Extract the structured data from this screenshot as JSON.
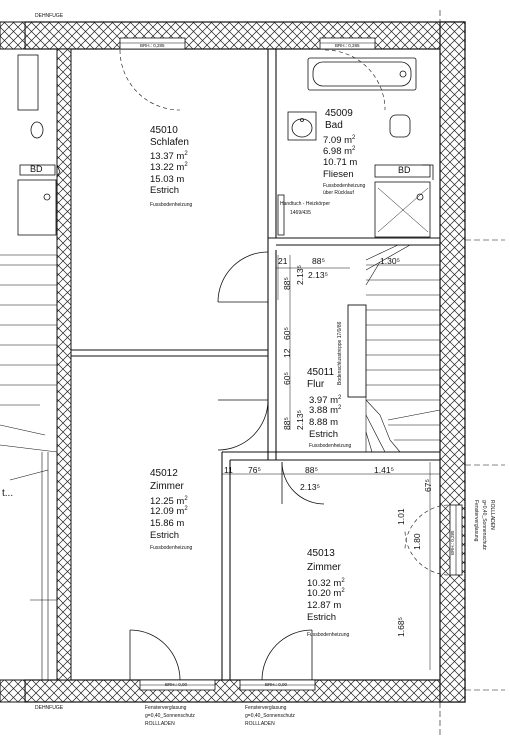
{
  "labels": {
    "dehnfuge_top": "DEHNFUGE",
    "dehnfuge_bottom": "DEHNFUGE",
    "window_top_1": "BRH.: 0,285",
    "window_top_2": "BRH.: 0,285",
    "window_bottom_1": "BRH.: 0,00",
    "window_bottom_2": "BRH.: 0,00",
    "window_right": "BRH.: 0,285",
    "bd_left": "BD",
    "bd_right": "BD",
    "towel_1": "Handtuch - Heizkörper",
    "towel_2": "1469/435",
    "stair_label": "Bodenschlusstreppe 17/0/86",
    "left_cut": "t..."
  },
  "rooms": [
    {
      "id": "45010",
      "name": "Schlafen",
      "area1": "13.37 m",
      "area2": "13.22 m",
      "perimeter": "15.03 m",
      "floor": "Estrich",
      "heating": "Fussbodenheizung"
    },
    {
      "id": "45009",
      "name": "Bad",
      "area1": "7.09 m",
      "area2": "6.98 m",
      "perimeter": "10.71 m",
      "floor": "Fliesen",
      "heating1": "Fussbodenheizung",
      "heating2": "über Rücklauf"
    },
    {
      "id": "45011",
      "name": "Flur",
      "area1": "3.97 m",
      "area2": "3.88 m",
      "perimeter": "8.88 m",
      "floor": "Estrich",
      "heating": "Fussbodenheizung"
    },
    {
      "id": "45012",
      "name": "Zimmer",
      "area1": "12.25 m",
      "area2": "12.09 m",
      "perimeter": "15.86 m",
      "floor": "Estrich",
      "heating": "Fussbodenheizung"
    },
    {
      "id": "45013",
      "name": "Zimmer",
      "area1": "10.32 m",
      "area2": "10.20 m",
      "perimeter": "12.87 m",
      "floor": "Estrich",
      "heating": "Fussbodenheizung"
    }
  ],
  "sup": "2",
  "dimensions": {
    "d21": "21",
    "d885a": "88⁵",
    "d213a": "2.13⁵",
    "d130": "1.30⁵",
    "d885v1": "88⁵",
    "d60a": "60⁵",
    "d12": "12",
    "d60b": "60⁵",
    "d885v2": "88⁵",
    "d213v": "2.13⁵",
    "d2135v": "2.13⁵",
    "d76": "76⁵",
    "d885b": "88⁵",
    "d213b": "2.13⁵",
    "d141": "1.41⁵",
    "d67": "67⁵",
    "d101": "1.01",
    "d180": "1.80",
    "d168": "1.68⁵",
    "d11": "11"
  },
  "glazing": [
    {
      "l1": "Fensterverglasung",
      "l2": "g=0,40_Sonnenschutz",
      "l3": "ROLLLADEN"
    },
    {
      "l1": "Fensterverglasung",
      "l2": "g=0,40_Sonnenschutz",
      "l3": "ROLLLADEN"
    },
    {
      "l1": "Fensterverglasung",
      "l2": "g=0,40_Sonnenschutz",
      "l3": "ROLLLADEN"
    }
  ]
}
